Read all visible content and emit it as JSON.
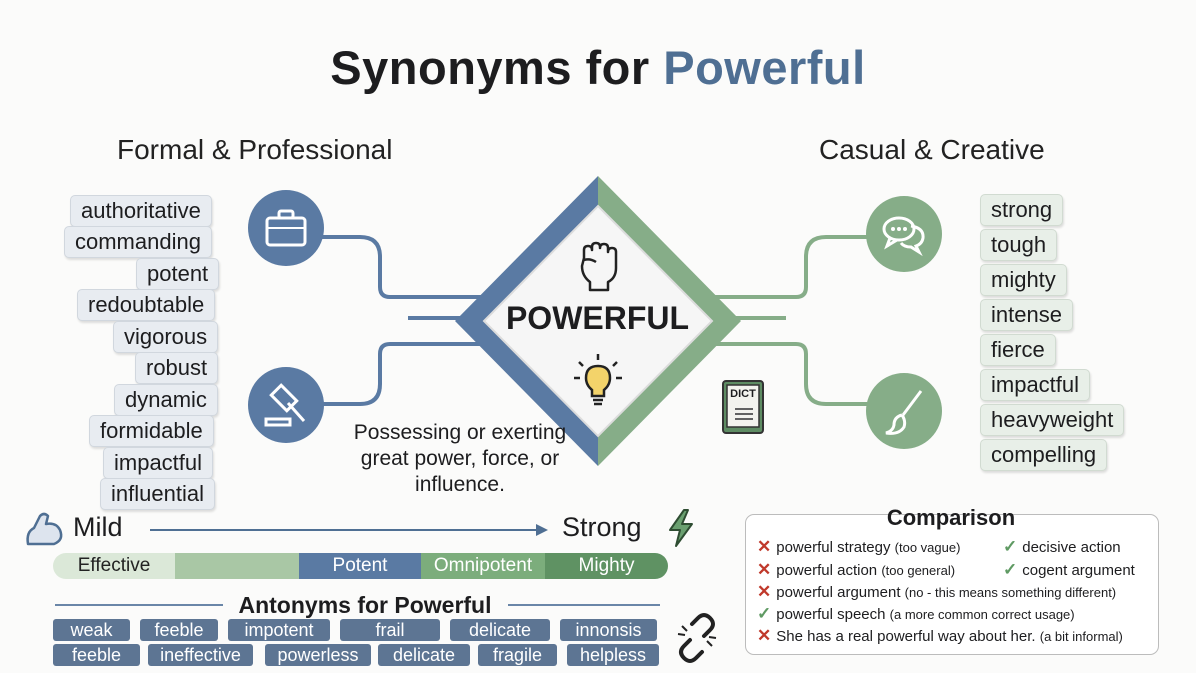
{
  "title": {
    "prefix": "Synonyms for ",
    "highlight": "Powerful"
  },
  "formal": {
    "heading": "Formal & Professional",
    "words": [
      "authoritative",
      "commanding",
      "potent",
      "redoubtable",
      "vigorous",
      "robust",
      "dynamic",
      "formidable",
      "impactful",
      "influential"
    ]
  },
  "casual": {
    "heading": "Casual & Creative",
    "words": [
      "strong",
      "tough",
      "mighty",
      "intense",
      "fierce",
      "impactful",
      "heavyweight",
      "compelling"
    ]
  },
  "center": {
    "word": "POWERFUL",
    "definition": "Possessing or exerting great power, force, or influence.",
    "book_label": "DICT"
  },
  "scale": {
    "start": "Mild",
    "end": "Strong",
    "segments": [
      "Effective",
      "",
      "Potent",
      "Omnipotent",
      "Mighty"
    ]
  },
  "antonyms": {
    "title": "Antonyms for Powerful",
    "row1": [
      "weak",
      "feeble",
      "impotent",
      "frail",
      "delicate",
      "innonsis"
    ],
    "row2": [
      "feeble",
      "ineffective",
      "powerless",
      "delicate",
      "fragile",
      "helpless"
    ]
  },
  "comparison": {
    "title": "Comparison",
    "items": [
      {
        "mark": "x",
        "text": "powerful strategy",
        "note": "(too vague)"
      },
      {
        "mark": "x",
        "text": "powerful action",
        "note": "(too general)"
      },
      {
        "mark": "x",
        "text": "powerful argument",
        "note": "(no - this means something different)"
      },
      {
        "mark": "v",
        "text": "powerful speech",
        "note": "(a more common correct usage)"
      },
      {
        "mark": "x",
        "text": "She has a real powerful way about her.",
        "note": "(a bit informal)"
      },
      {
        "mark": "v",
        "text": "decisive action",
        "note": ""
      },
      {
        "mark": "v",
        "text": "cogent argument",
        "note": ""
      }
    ]
  },
  "colors": {
    "blue": "#5a7aa3",
    "green": "#86ad88",
    "dark": "#1d1d1f"
  }
}
